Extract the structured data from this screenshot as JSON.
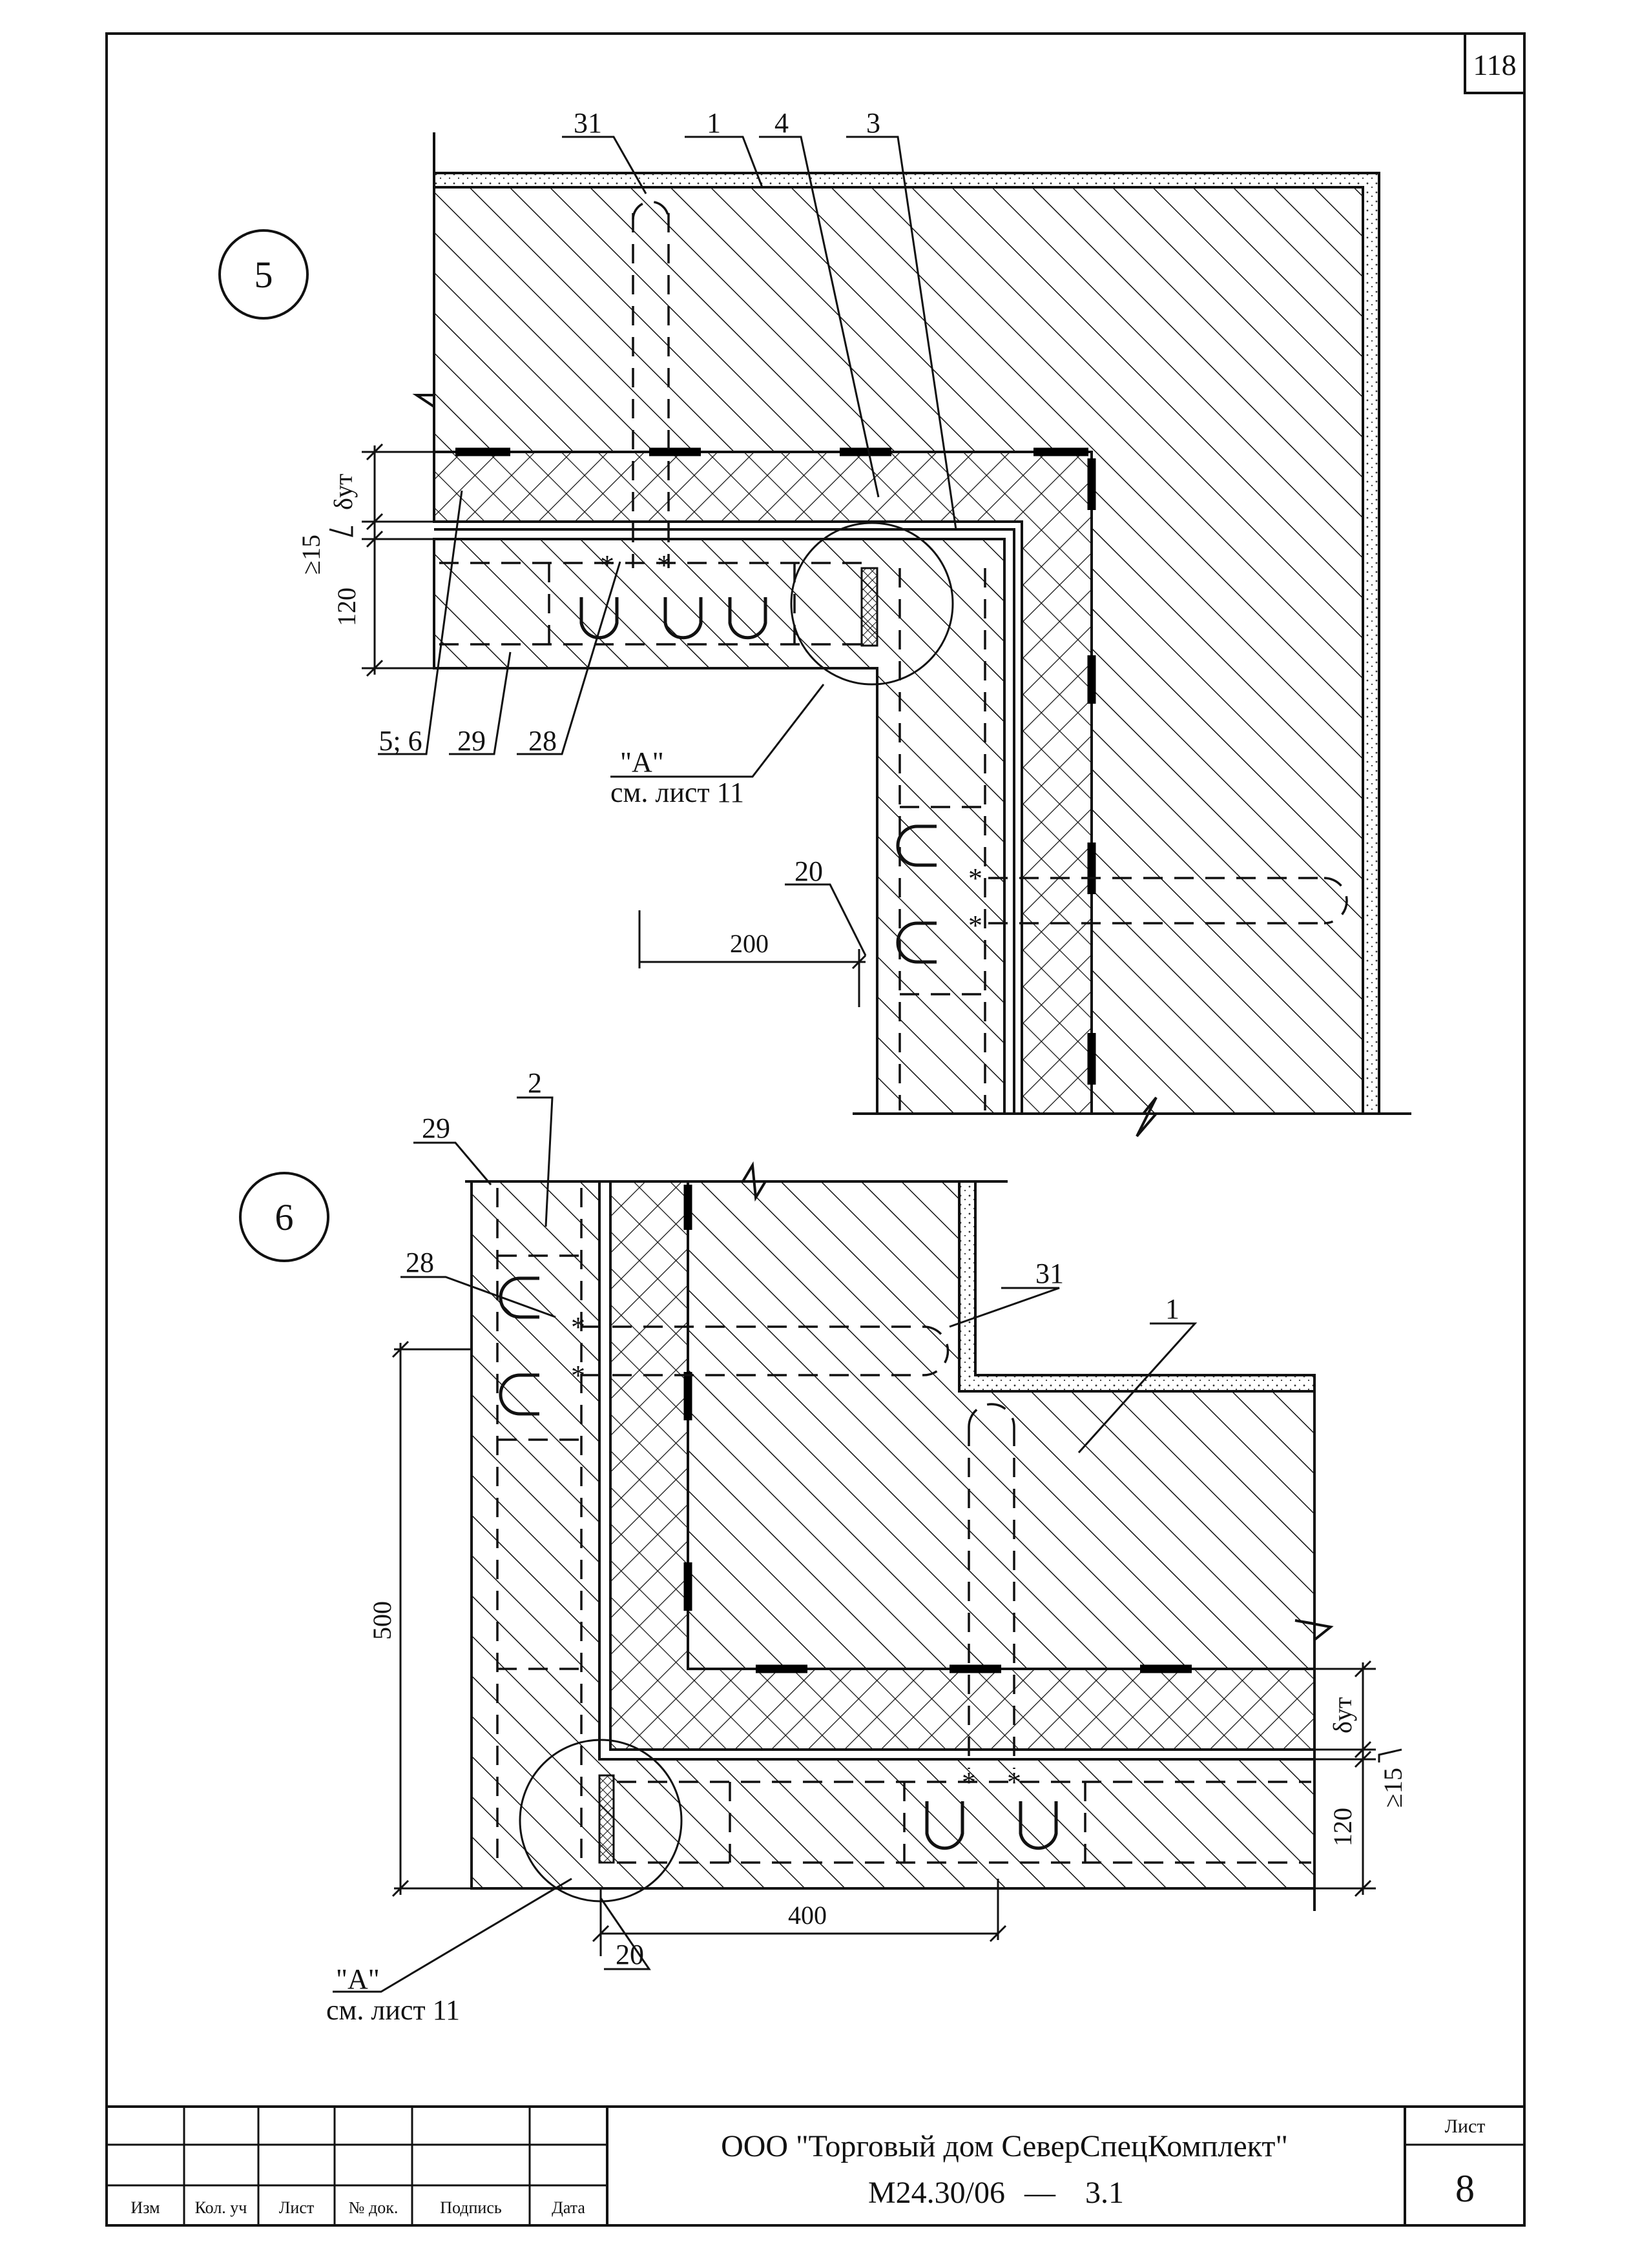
{
  "sheet_number_top": "118",
  "detail_5": {
    "number": "5",
    "callouts": [
      "31",
      "1",
      "4",
      "3",
      "5; 6",
      "29",
      "28",
      "20"
    ],
    "ref_title": "\"A\"",
    "ref_sheet": "см. лист 11",
    "dim_insulation": "δут",
    "dim_gap": "≥15",
    "dim_thickness": "120",
    "dim_offset": "200"
  },
  "detail_6": {
    "number": "6",
    "callouts": [
      "29",
      "2",
      "28",
      "31",
      "1",
      "20"
    ],
    "ref_title": "\"A\"",
    "ref_sheet": "см. лист 11",
    "dim_height": "500",
    "dim_length": "400",
    "dim_insulation": "δут",
    "dim_gap": "≥15",
    "dim_thickness": "120"
  },
  "title_block": {
    "headers": [
      "Изм",
      "Кол. уч",
      "Лист",
      "№ док.",
      "Подпись",
      "Дата"
    ],
    "company": "ООО \"Торговый дом СеверСпецКомплект\"",
    "doc_code": "М24.30/06",
    "doc_dash": "—",
    "doc_section": "3.1",
    "sheet_label": "Лист",
    "sheet_value": "8"
  }
}
